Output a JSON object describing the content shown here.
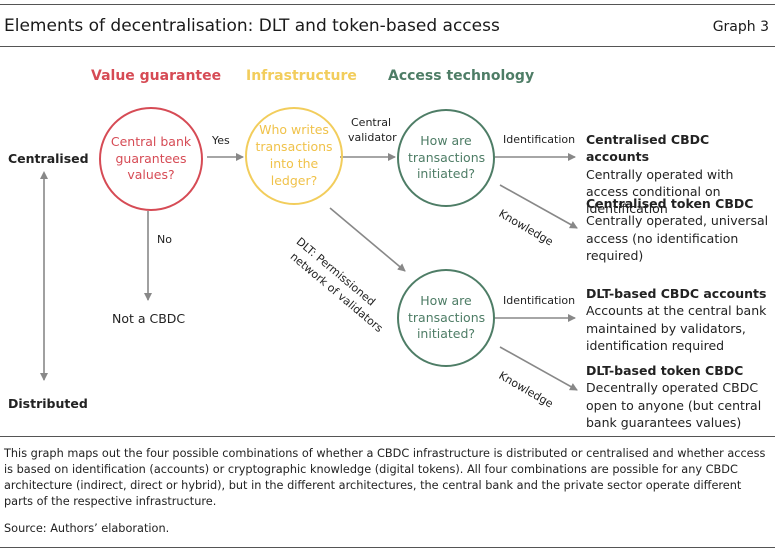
{
  "title": "Elements of decentralisation: DLT and token-based access",
  "graph_label": "Graph 3",
  "headings": {
    "value_guarantee": "Value guarantee",
    "infrastructure": "Infrastructure",
    "access_technology": "Access technology"
  },
  "colors": {
    "red": "#d64b55",
    "yellow": "#f2cd5c",
    "green": "#4e7d66"
  },
  "axis": {
    "top": "Centralised",
    "bottom": "Distributed"
  },
  "nodes": {
    "central_bank": "Central bank guarantees values?",
    "who_writes": "Who writes transactions into the ledger?",
    "how_initiated_top": "How are transactions initiated?",
    "how_initiated_bottom": "How are transactions initiated?"
  },
  "edge_labels": {
    "yes": "Yes",
    "no": "No",
    "central_validator_1": "Central",
    "central_validator_2": "validator",
    "dlt_1": "DLT: Permissioned",
    "dlt_2": "network of validators",
    "identification_top": "Identification",
    "knowledge_top": "Knowledge",
    "identification_bottom": "Identification",
    "knowledge_bottom": "Knowledge"
  },
  "not_cbdc": "Not a CBDC",
  "outcomes": [
    {
      "title": "Centralised CBDC accounts",
      "text": "Centrally operated with access conditional on identification"
    },
    {
      "title": "Centralised token CBDC",
      "text": "Centrally operated, universal access (no identification required)"
    },
    {
      "title": "DLT-based CBDC accounts",
      "text": "Accounts at the central bank maintained by validators, identification required"
    },
    {
      "title": "DLT-based token CBDC",
      "text": "Decentrally operated CBDC open to anyone (but central bank guarantees values)"
    }
  ],
  "note": "This graph maps out the four possible combinations of whether a CBDC infrastructure is distributed or centralised and whether access is based on identification (accounts) or cryptographic knowledge (digital tokens). All four combinations are possible for any CBDC architecture (indirect, direct or hybrid), but in the different architectures, the central bank and the private sector operate different parts of the respective infrastructure.",
  "source": "Source: Authors’ elaboration."
}
